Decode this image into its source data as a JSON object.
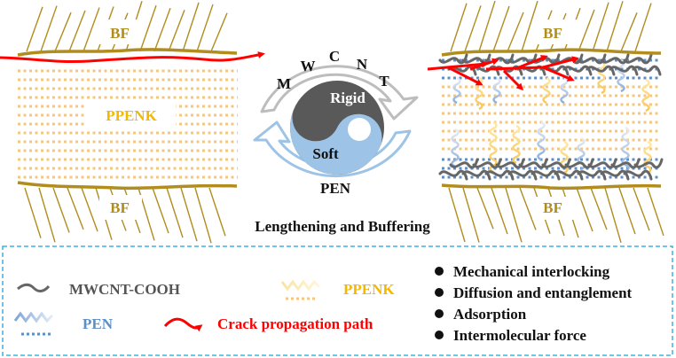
{
  "colors": {
    "fiber": "#b08d1e",
    "ppenk": "#f5c77e",
    "ppenk_text": "#f5b800",
    "pen": "#5b8fc7",
    "pen_light": "#a9c2e6",
    "mwcnt": "#666666",
    "crack": "#ff0000",
    "rigid": "#595959",
    "soft": "#9dc3e6",
    "legend_border": "#35b5e8"
  },
  "left_panel": {
    "top_fiber_label": "BF",
    "matrix_label": "PPENK",
    "bottom_fiber_label": "BF"
  },
  "center": {
    "top_arc_letters": [
      "M",
      "W",
      "C",
      "N",
      "T"
    ],
    "rigid_label": "Rigid",
    "soft_label": "Soft",
    "bottom_arc_label": "PEN",
    "caption": "Lengthening and Buffering"
  },
  "right_panel": {
    "top_fiber_label": "BF",
    "bottom_fiber_label": "BF"
  },
  "legend": {
    "items": [
      {
        "key": "mwcnt",
        "label": "MWCNT-COOH"
      },
      {
        "key": "ppenk",
        "label": "PPENK"
      },
      {
        "key": "pen",
        "label": "PEN"
      },
      {
        "key": "crack",
        "label": "Crack propagation path"
      }
    ],
    "mechanisms": [
      "Mechanical interlocking",
      "Diffusion and entanglement",
      "Adsorption",
      "Intermolecular force"
    ]
  }
}
